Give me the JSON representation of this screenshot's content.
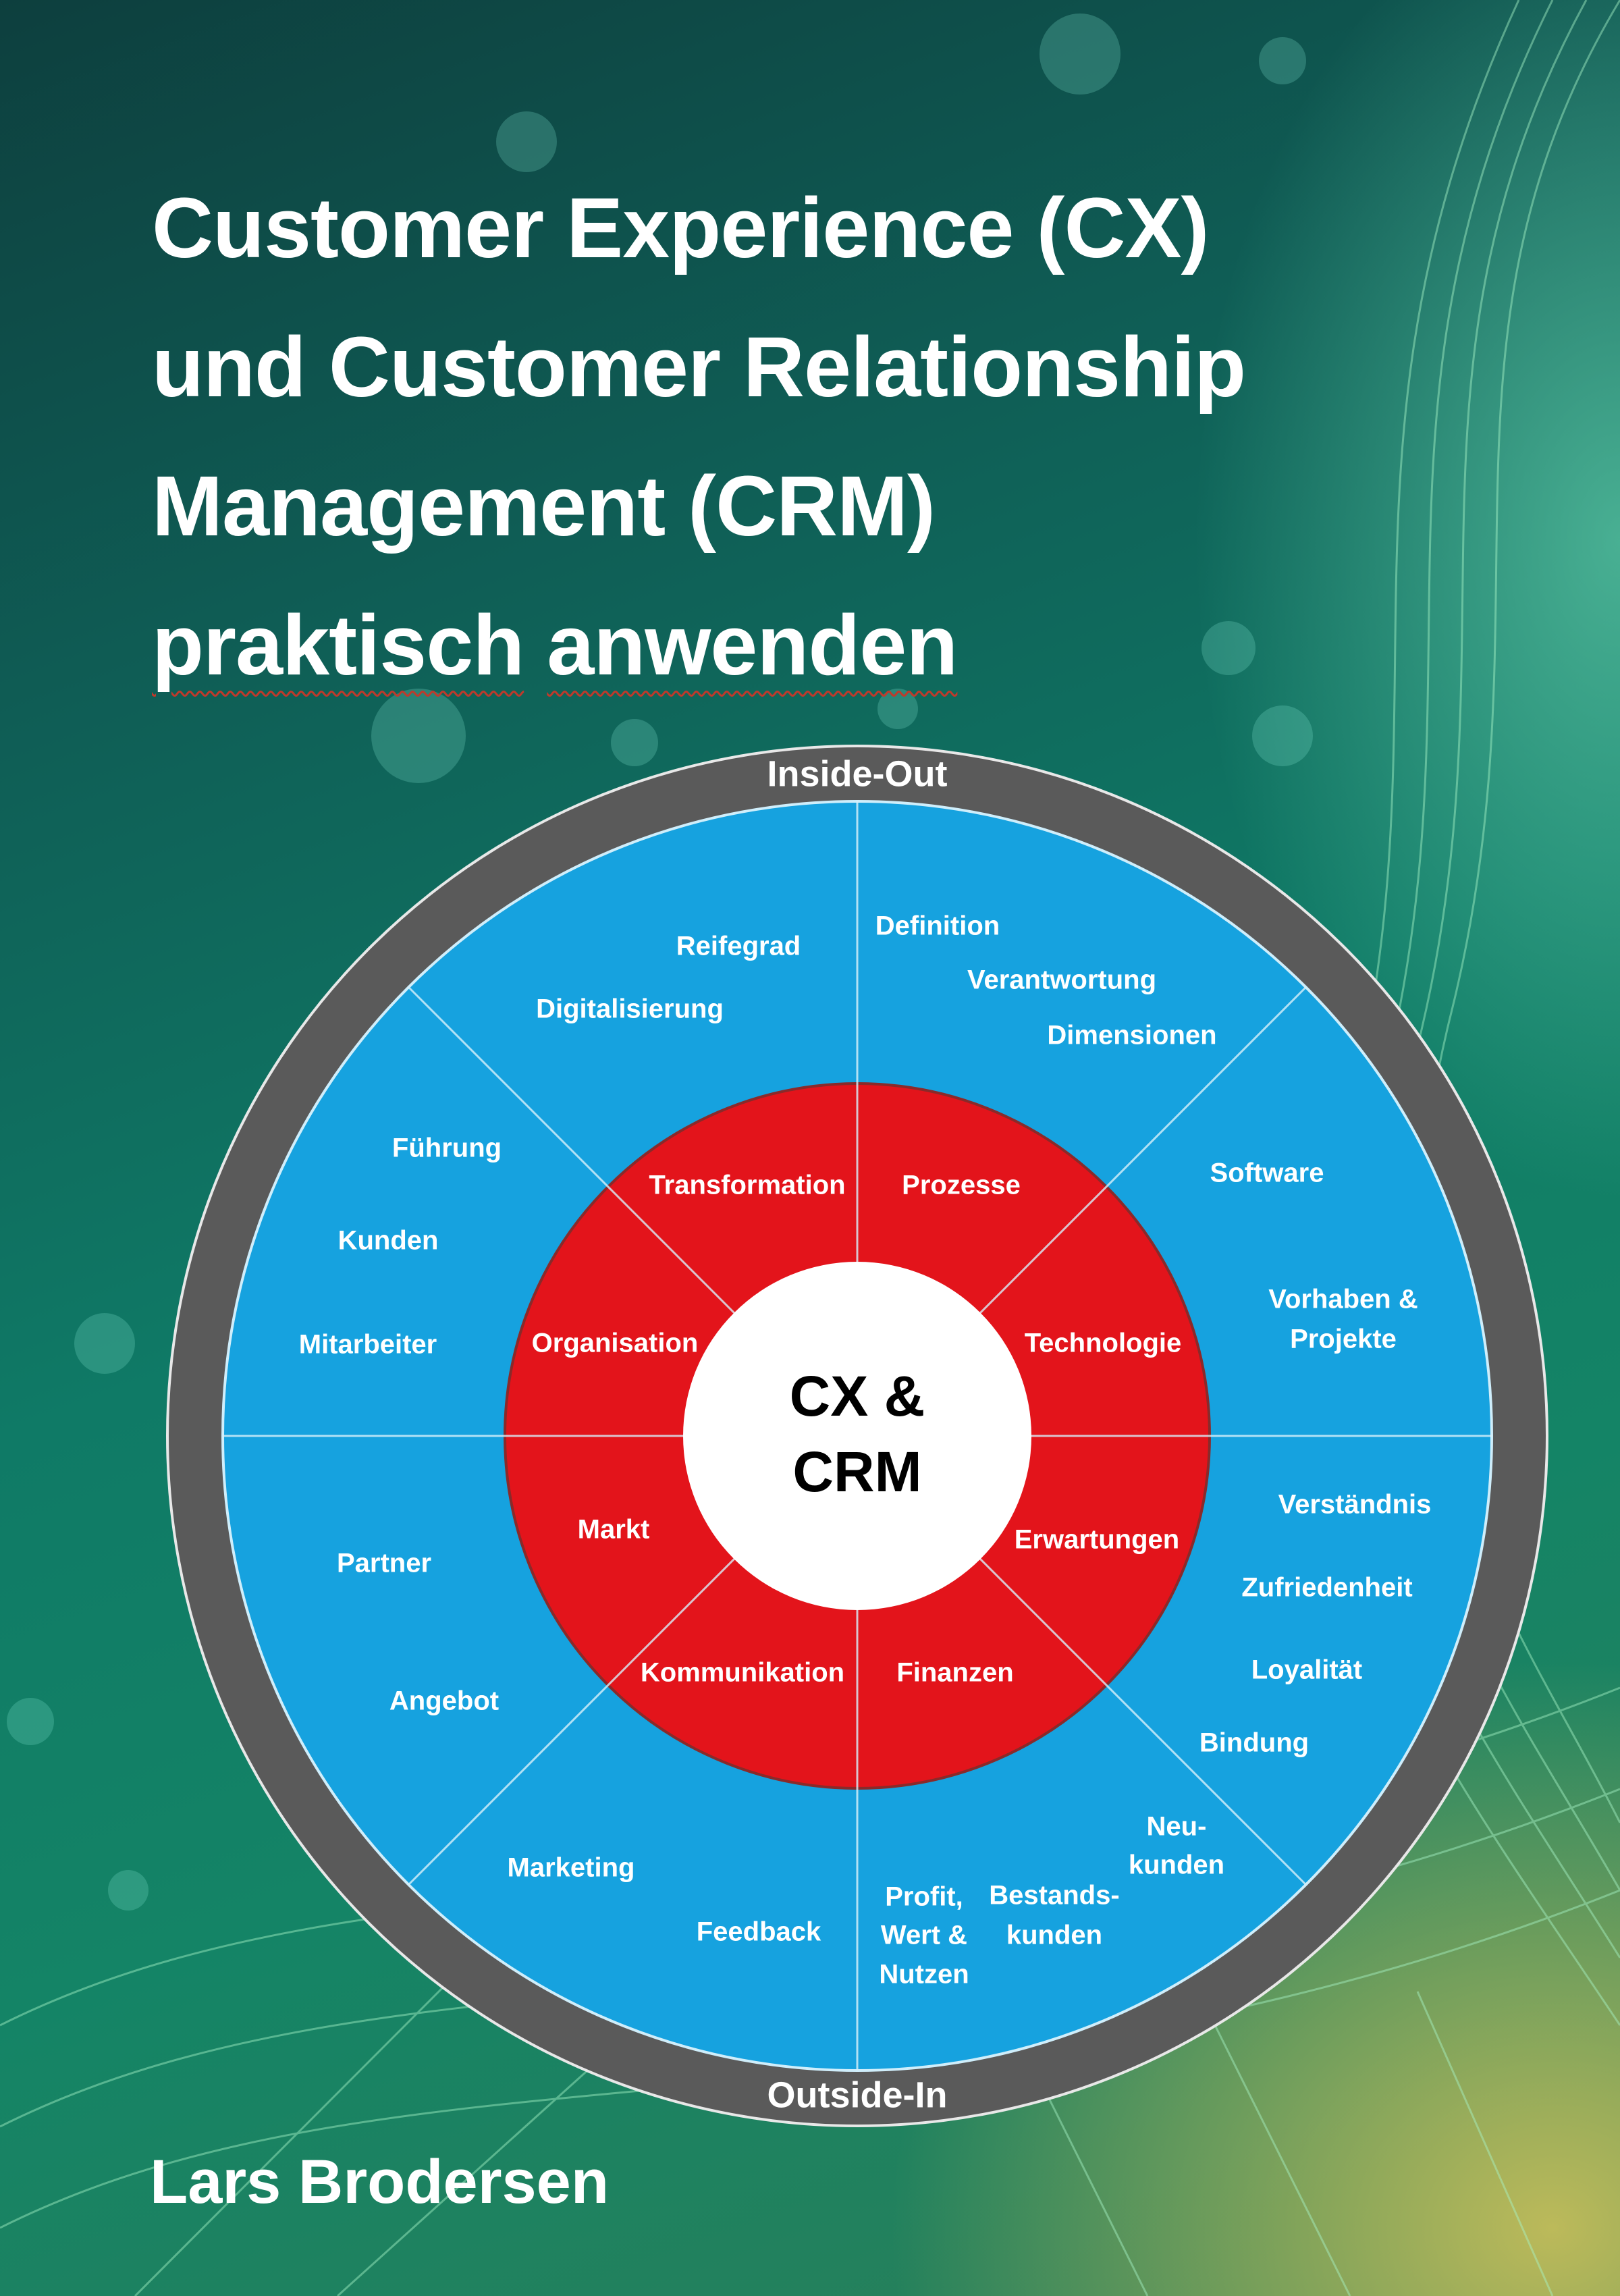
{
  "title_lines": [
    "Customer Experience (CX)",
    "und Customer Relationship",
    "Management (CRM)"
  ],
  "title_last": [
    "praktisch",
    "anwenden"
  ],
  "author": "Lars Brodersen",
  "colors": {
    "grey_ring": "#5a5a5a",
    "blue_ring": "#16a2df",
    "red_ring": "#e3141b",
    "center": "#ffffff"
  },
  "wheel": {
    "top_label": "Inside-Out",
    "bottom_label": "Outside-In",
    "center": [
      "CX &",
      "CRM"
    ],
    "inner": [
      "Transformation",
      "Prozesse",
      "Technologie",
      "Erwartungen",
      "Finanzen",
      "Kommunikation",
      "Markt",
      "Organisation"
    ],
    "outer": {
      "top_left": [
        "Reifegrad",
        "Digitalisierung"
      ],
      "top_right": [
        "Definition",
        "Verantwortung",
        "Dimensionen"
      ],
      "right_upper": [
        "Software",
        "Vorhaben &",
        "Projekte"
      ],
      "right_lower": [
        "Verständnis",
        "Zufriedenheit",
        "Loyalität",
        "Bindung"
      ],
      "bottom_right": [
        "Neu-",
        "kunden",
        "Bestands-",
        "kunden"
      ],
      "bottom_left_center": [
        "Profit,",
        "Wert &",
        "Nutzen",
        "Feedback"
      ],
      "bottom_left": [
        "Marketing"
      ],
      "left_lower": [
        "Partner",
        "Angebot"
      ],
      "left_upper": [
        "Führung",
        "Kunden",
        "Mitarbeiter"
      ]
    }
  }
}
